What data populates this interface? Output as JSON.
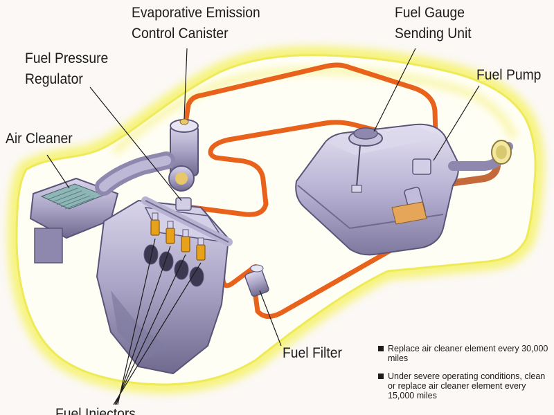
{
  "labels": {
    "evap_canister": [
      "Evaporative Emission",
      "Control Canister"
    ],
    "fuel_gauge": [
      "Fuel Gauge",
      "Sending Unit"
    ],
    "fuel_pressure": [
      "Fuel Pressure",
      "Regulator"
    ],
    "fuel_pump": "Fuel Pump",
    "air_cleaner": "Air Cleaner",
    "fuel_filter": "Fuel Filter",
    "fuel_injectors": "Fuel Injectors"
  },
  "notes": [
    "Replace air cleaner element every 30,000 miles",
    "Under severe operating conditions, clean or replace air cleaner element every 15,000 miles"
  ],
  "colors": {
    "background": "#fbf8f6",
    "car_glow": "#f6f36a",
    "fuel_line": "#e8621c",
    "component": "#a9a3c4",
    "component_dark": "#6f6a8e",
    "injector": "#e8a21a",
    "text": "#1c1c1c"
  }
}
